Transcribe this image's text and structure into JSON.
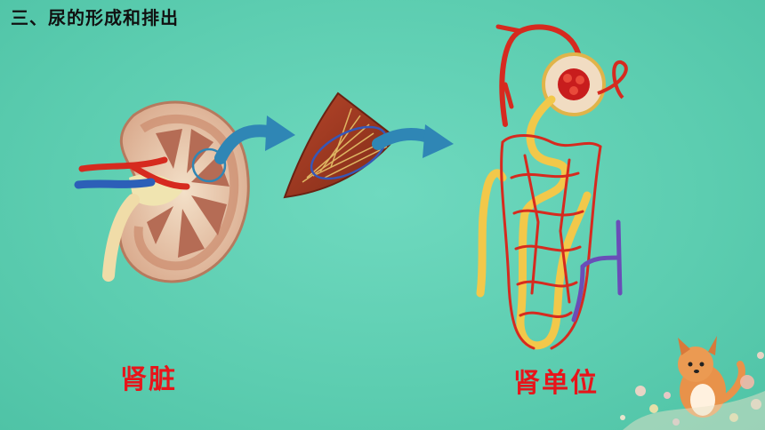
{
  "slide": {
    "title": "三、尿的形成和排出",
    "labels": {
      "kidney": "肾脏",
      "nephron": "肾单位"
    }
  },
  "colors": {
    "background": "#5fcfb2",
    "label_red": "#e8141a",
    "arrow_blue": "#2f86b5",
    "artery_red": "#d62a1f",
    "vein_blue": "#2c5fb8",
    "tubule_yellow": "#f2c84a"
  }
}
